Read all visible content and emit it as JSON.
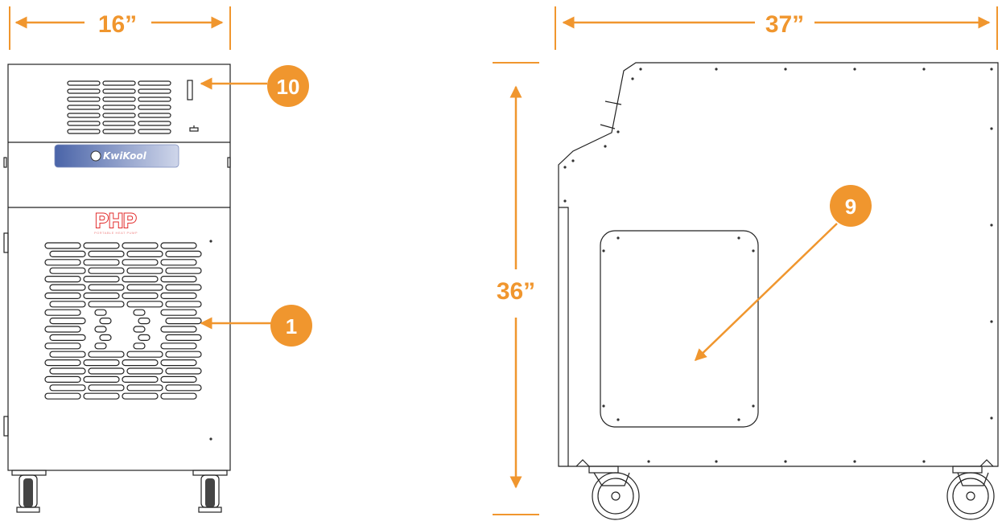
{
  "dimensions": {
    "front_width": "16”",
    "side_depth": "37”",
    "height": "36”"
  },
  "callouts": [
    {
      "id": "10"
    },
    {
      "id": "1"
    },
    {
      "id": "9"
    }
  ],
  "brand": {
    "logo_text": "KwiKool",
    "model_text": "PHP",
    "model_subtitle": "PORTABLE HEAT PUMP"
  },
  "colors": {
    "accent": "#f0962e",
    "outline": "#222222",
    "logo_gradient_start": "#4a64a8",
    "logo_gradient_end": "#cfd6ea",
    "model_red": "#e22b2b",
    "background": "#ffffff"
  },
  "icons": {
    "arrow": "arrow-icon",
    "caster": "caster-wheel-icon",
    "handle": "handle-icon"
  }
}
